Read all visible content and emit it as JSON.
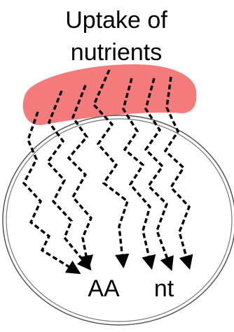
{
  "title_lines": [
    "Uptake of",
    "nutrients"
  ],
  "labels": {
    "aa": "AA",
    "nt": "nt"
  },
  "colors": {
    "nutrient_blob": "#f47b7b",
    "cell_outline": "#555555",
    "arrow": "#000000",
    "text": "#000000"
  }
}
